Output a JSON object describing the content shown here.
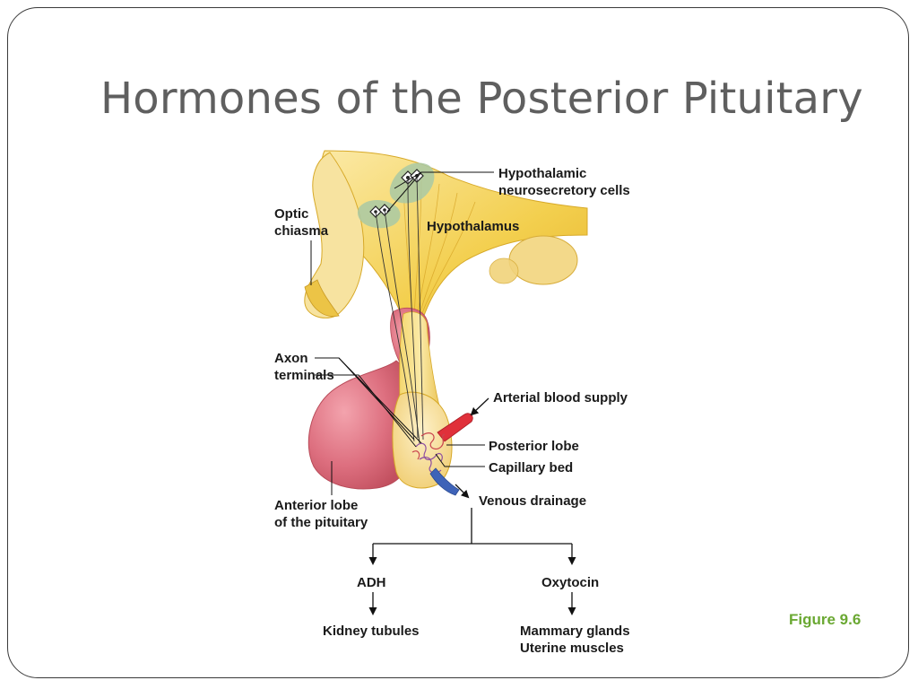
{
  "slide": {
    "title": "Hormones of the Posterior Pituitary",
    "figure_label": "Figure 9.6"
  },
  "labels": {
    "optic_chiasma": [
      "Optic",
      "chiasma"
    ],
    "hypothalamic_cells": [
      "Hypothalamic",
      "neurosecretory cells"
    ],
    "hypothalamus": "Hypothalamus",
    "axon_terminals": [
      "Axon",
      "terminals"
    ],
    "arterial_supply": "Arterial blood supply",
    "posterior_lobe": "Posterior lobe",
    "capillary_bed": "Capillary bed",
    "venous_drainage": "Venous drainage",
    "anterior_lobe": [
      "Anterior lobe",
      "of the pituitary"
    ]
  },
  "flow": {
    "hormone_left": "ADH",
    "target_left": "Kidney tubules",
    "hormone_right": "Oxytocin",
    "target_right": [
      "Mammary glands",
      "Uterine muscles"
    ]
  },
  "colors": {
    "title_text": "#5f5f5f",
    "figure_label": "#6aa832",
    "hypothalamus_yellow": "#f3cf4e",
    "anterior_lobe_pink": "#d9697a",
    "artery_red": "#e0303a",
    "vein_blue": "#3e63b8"
  }
}
